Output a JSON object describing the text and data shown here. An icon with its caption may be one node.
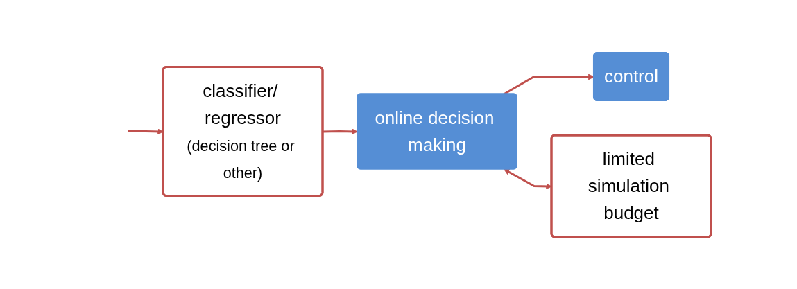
{
  "diagram": {
    "nodes": [
      {
        "text": [
          "classifier/ regressor",
          "(decision tree or other)"
        ]
      },
      {
        "text": [
          "online decision making"
        ]
      },
      {
        "text": [
          "control"
        ]
      },
      {
        "text": [
          "limited simulation budget"
        ]
      }
    ],
    "edges": [
      {
        "from": null,
        "to": 0,
        "arrow": "to"
      },
      {
        "from": 0,
        "to": 1,
        "arrow": "to"
      },
      {
        "from": 1,
        "to": 2,
        "arrow": "to"
      },
      {
        "from": 1,
        "to": 3,
        "arrow": "both"
      }
    ]
  }
}
